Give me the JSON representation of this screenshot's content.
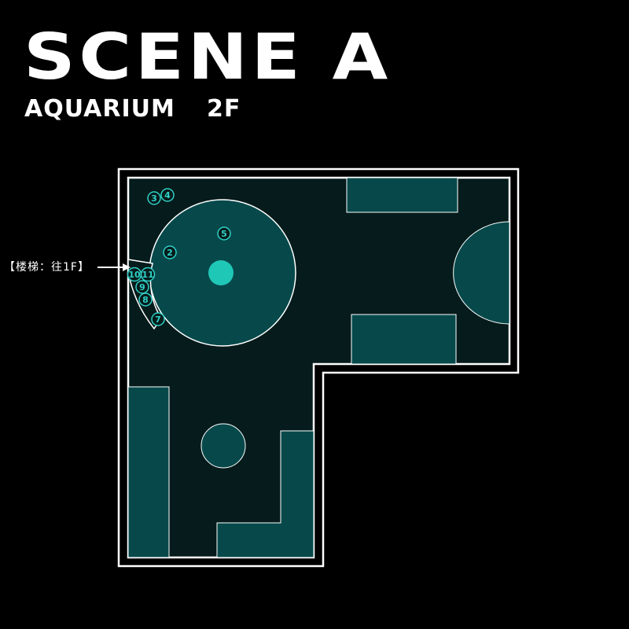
{
  "header": {
    "title": "SCENE A",
    "subtitle_name": "AQUARIUM",
    "subtitle_floor": "2F"
  },
  "stairs": {
    "label": "【楼梯：往1F】"
  },
  "markers": [
    {
      "id": "3",
      "label": "3"
    },
    {
      "id": "4",
      "label": "4"
    },
    {
      "id": "5",
      "label": "5"
    },
    {
      "id": "2",
      "label": "2"
    },
    {
      "id": "10",
      "label": "10"
    },
    {
      "id": "11",
      "label": "11"
    },
    {
      "id": "9",
      "label": "9"
    },
    {
      "id": "8",
      "label": "8"
    },
    {
      "id": "7",
      "label": "7"
    }
  ],
  "colors": {
    "background": "#000000",
    "floor": "#061b1b",
    "tank": "#07494b",
    "wall": "#ffffff",
    "marker": "#2fd0c6",
    "center_tank": "#1fc7b6"
  }
}
